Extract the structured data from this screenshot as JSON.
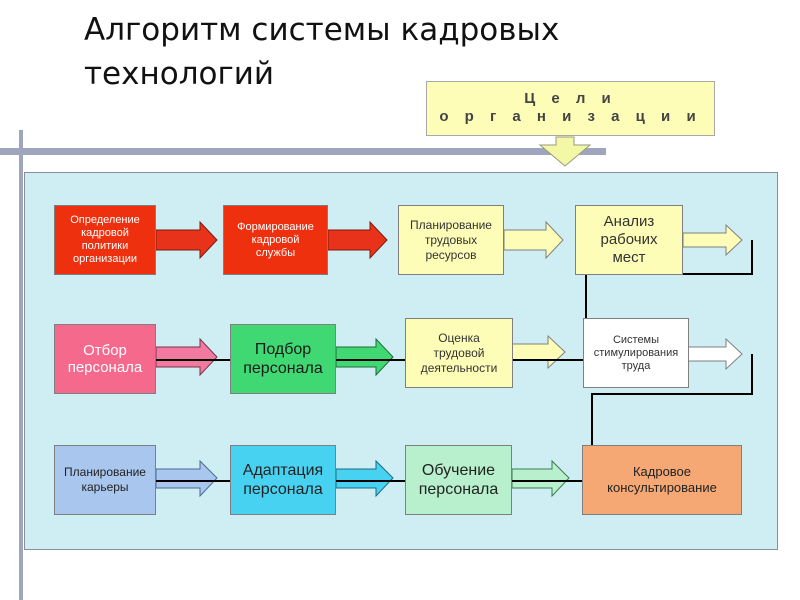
{
  "title": {
    "line1": "Алгоритм системы кадровых",
    "line2": "технологий"
  },
  "goal_box": {
    "line1": "Ц е л и",
    "line2": "о р г а н и з а ц и и"
  },
  "rows": [
    [
      {
        "lines": [
          "Определение",
          "кадровой",
          "политики",
          "организации"
        ]
      },
      {
        "lines": [
          "Формирование",
          "кадровой",
          "службы"
        ]
      },
      {
        "lines": [
          "Планирование",
          "трудовых",
          "ресурсов"
        ]
      },
      {
        "lines": [
          "Анализ",
          "рабочих",
          "мест"
        ]
      }
    ],
    [
      {
        "lines": [
          "Отбор",
          "персонала"
        ]
      },
      {
        "lines": [
          "Подбор",
          "персонала"
        ]
      },
      {
        "lines": [
          "Оценка",
          "трудовой",
          "деятельности"
        ]
      },
      {
        "lines": [
          "Системы",
          "стимулирования",
          "труда"
        ]
      }
    ],
    [
      {
        "lines": [
          "Планирование",
          "карьеры"
        ]
      },
      {
        "lines": [
          "Адаптация",
          "персонала"
        ]
      },
      {
        "lines": [
          "Обучение",
          "персонала"
        ]
      },
      {
        "lines": [
          "Кадровое",
          "консультирование"
        ]
      }
    ]
  ],
  "colors": {
    "panel": "#cfeef3",
    "red": "#ef300f",
    "yellow": "#fdfdb7",
    "pink": "#f4698c",
    "green": "#3fd873",
    "blue": "#a9c7ee",
    "cyan": "#48d2f2",
    "mint": "#b8f0cd",
    "orange": "#f5a874",
    "arrow_red": "#e8321a",
    "arrow_pink": "#f27aa0"
  }
}
